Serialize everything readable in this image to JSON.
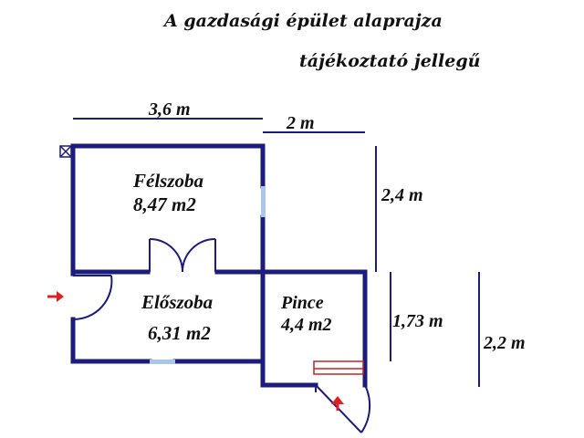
{
  "title_line1": "A gazdasági épület alaprajza",
  "title_line2": "tájékoztató jellegű",
  "dimensions": {
    "top_width": "3,6 m",
    "top_right_width": "2 m",
    "right_upper_height": "2,4 m",
    "right_lower_height": "1,73 m",
    "far_right_height": "2,2 m"
  },
  "rooms": [
    {
      "name": "Félszoba",
      "area": "8,47 m2"
    },
    {
      "name": "Előszoba",
      "area": "6,31 m2"
    },
    {
      "name": "Pince",
      "area": "4,4 m2"
    }
  ],
  "colors": {
    "wall": "#1c1c7c",
    "window": "#a8c8e8",
    "entrance_arrow": "#e02020",
    "stair": "#c82020"
  }
}
